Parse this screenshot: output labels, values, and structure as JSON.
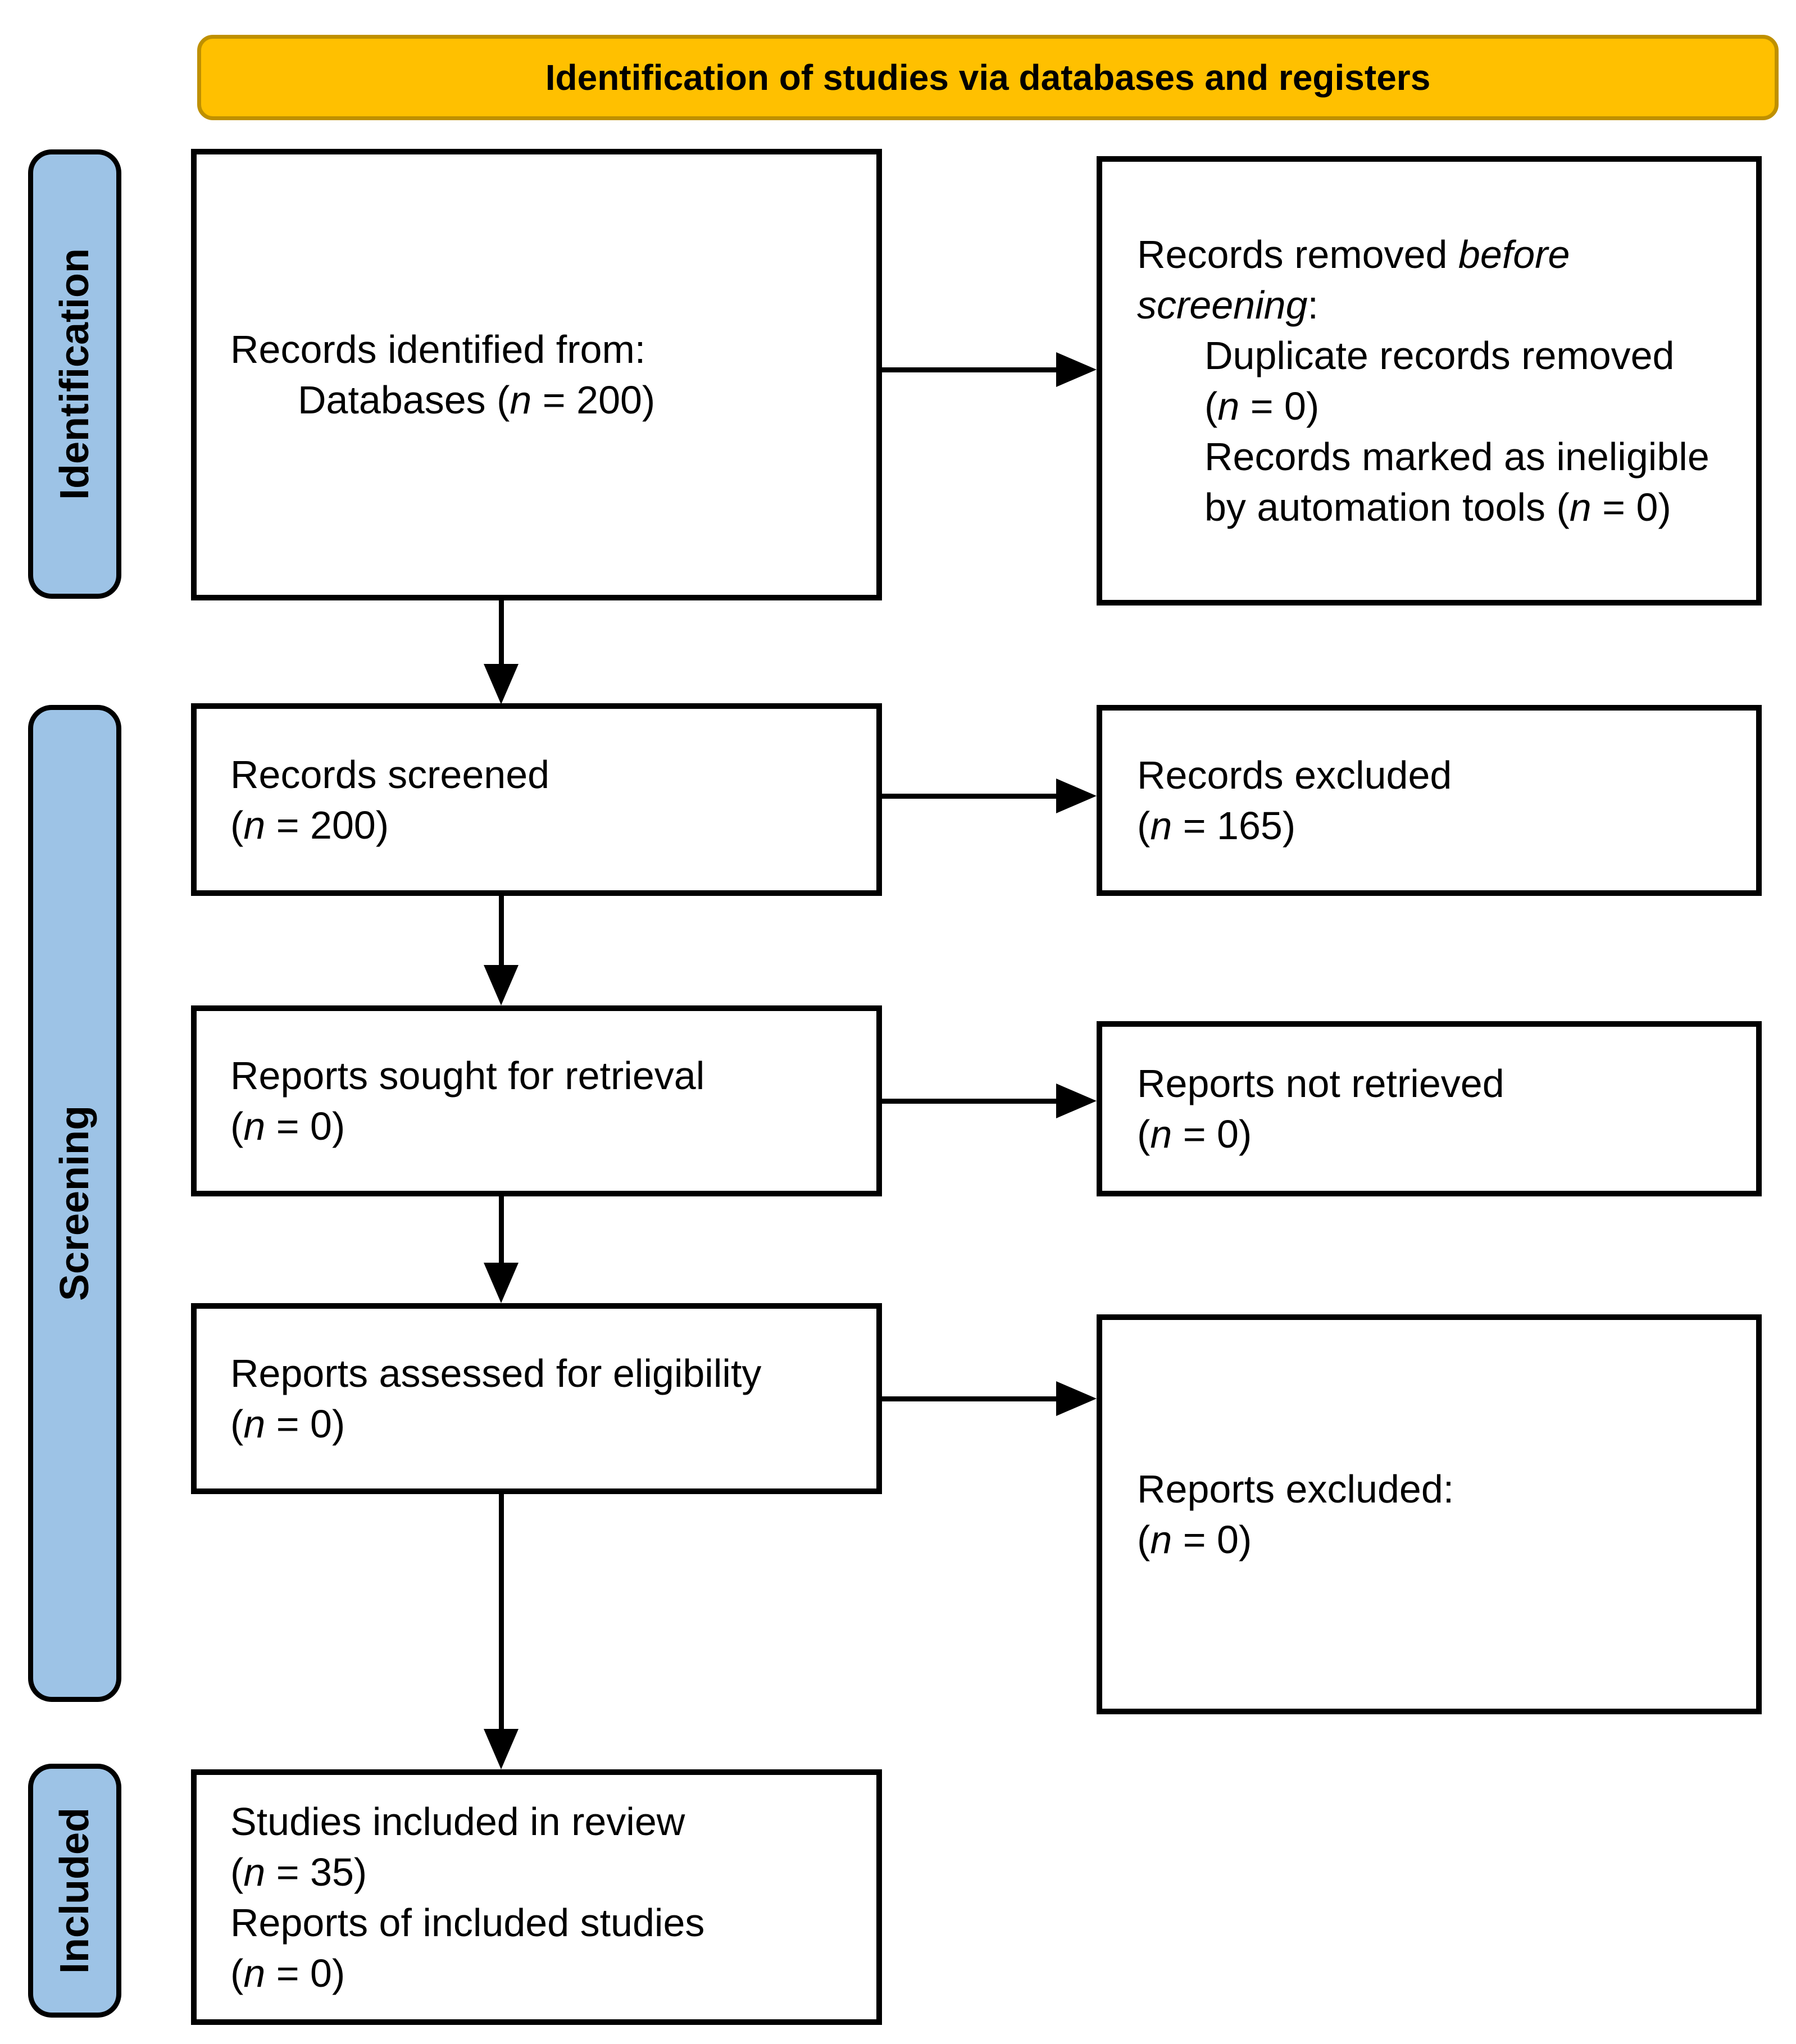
{
  "header": {
    "title": "Identification of studies via databases and registers"
  },
  "sidebar": {
    "identification": "Identification",
    "screening": "Screening",
    "included": "Included"
  },
  "colors": {
    "banner_fill": "#FFC000",
    "banner_border": "#BF9000",
    "stage_fill": "#9DC3E6",
    "line_color": "#000000"
  },
  "boxes": {
    "identified": {
      "lines": [
        {
          "indent": false,
          "segments": [
            {
              "t": "Records identified from:"
            }
          ]
        },
        {
          "indent": true,
          "segments": [
            {
              "t": "Databases ("
            },
            {
              "t": "n",
              "i": true
            },
            {
              "t": " = 200)"
            }
          ]
        }
      ]
    },
    "removed_before_screening": {
      "lines": [
        {
          "indent": false,
          "segments": [
            {
              "t": "Records removed "
            },
            {
              "t": "before",
              "i": true
            }
          ]
        },
        {
          "indent": false,
          "segments": [
            {
              "t": "screening",
              "i": true
            },
            {
              "t": ":"
            }
          ]
        },
        {
          "indent": true,
          "segments": [
            {
              "t": "Duplicate records removed"
            }
          ]
        },
        {
          "indent": true,
          "segments": [
            {
              "t": "("
            },
            {
              "t": "n",
              "i": true
            },
            {
              "t": " = 0)"
            }
          ]
        },
        {
          "indent": true,
          "segments": [
            {
              "t": "Records marked as ineligible"
            }
          ]
        },
        {
          "indent": true,
          "segments": [
            {
              "t": "by automation tools ("
            },
            {
              "t": "n",
              "i": true
            },
            {
              "t": " = 0)"
            }
          ]
        }
      ]
    },
    "screened": {
      "lines": [
        {
          "indent": false,
          "segments": [
            {
              "t": "Records screened"
            }
          ]
        },
        {
          "indent": false,
          "segments": [
            {
              "t": "("
            },
            {
              "t": "n",
              "i": true
            },
            {
              "t": " = 200)"
            }
          ]
        }
      ]
    },
    "records_excluded": {
      "lines": [
        {
          "indent": false,
          "segments": [
            {
              "t": "Records excluded"
            }
          ]
        },
        {
          "indent": false,
          "segments": [
            {
              "t": "("
            },
            {
              "t": "n",
              "i": true
            },
            {
              "t": " = 165)"
            }
          ]
        }
      ]
    },
    "sought": {
      "lines": [
        {
          "indent": false,
          "segments": [
            {
              "t": "Reports sought for retrieval"
            }
          ]
        },
        {
          "indent": false,
          "segments": [
            {
              "t": "("
            },
            {
              "t": "n",
              "i": true
            },
            {
              "t": " = 0)"
            }
          ]
        }
      ]
    },
    "not_retrieved": {
      "lines": [
        {
          "indent": false,
          "segments": [
            {
              "t": "Reports not retrieved"
            }
          ]
        },
        {
          "indent": false,
          "segments": [
            {
              "t": "("
            },
            {
              "t": "n",
              "i": true
            },
            {
              "t": " = 0)"
            }
          ]
        }
      ]
    },
    "assessed": {
      "lines": [
        {
          "indent": false,
          "segments": [
            {
              "t": "Reports assessed for eligibility"
            }
          ]
        },
        {
          "indent": false,
          "segments": [
            {
              "t": "("
            },
            {
              "t": "n",
              "i": true
            },
            {
              "t": " = 0)"
            }
          ]
        }
      ]
    },
    "reports_excluded": {
      "lines": [
        {
          "indent": false,
          "segments": [
            {
              "t": "Reports excluded:"
            }
          ]
        },
        {
          "indent": false,
          "segments": [
            {
              "t": "("
            },
            {
              "t": "n",
              "i": true
            },
            {
              "t": " = 0)"
            }
          ]
        }
      ]
    },
    "included_studies": {
      "lines": [
        {
          "indent": false,
          "segments": [
            {
              "t": "Studies included in review"
            }
          ]
        },
        {
          "indent": false,
          "segments": [
            {
              "t": "("
            },
            {
              "t": "n",
              "i": true
            },
            {
              "t": " = 35)"
            }
          ]
        },
        {
          "indent": false,
          "segments": [
            {
              "t": "Reports of included studies"
            }
          ]
        },
        {
          "indent": false,
          "segments": [
            {
              "t": "("
            },
            {
              "t": "n",
              "i": true
            },
            {
              "t": " = 0)"
            }
          ]
        }
      ]
    }
  }
}
